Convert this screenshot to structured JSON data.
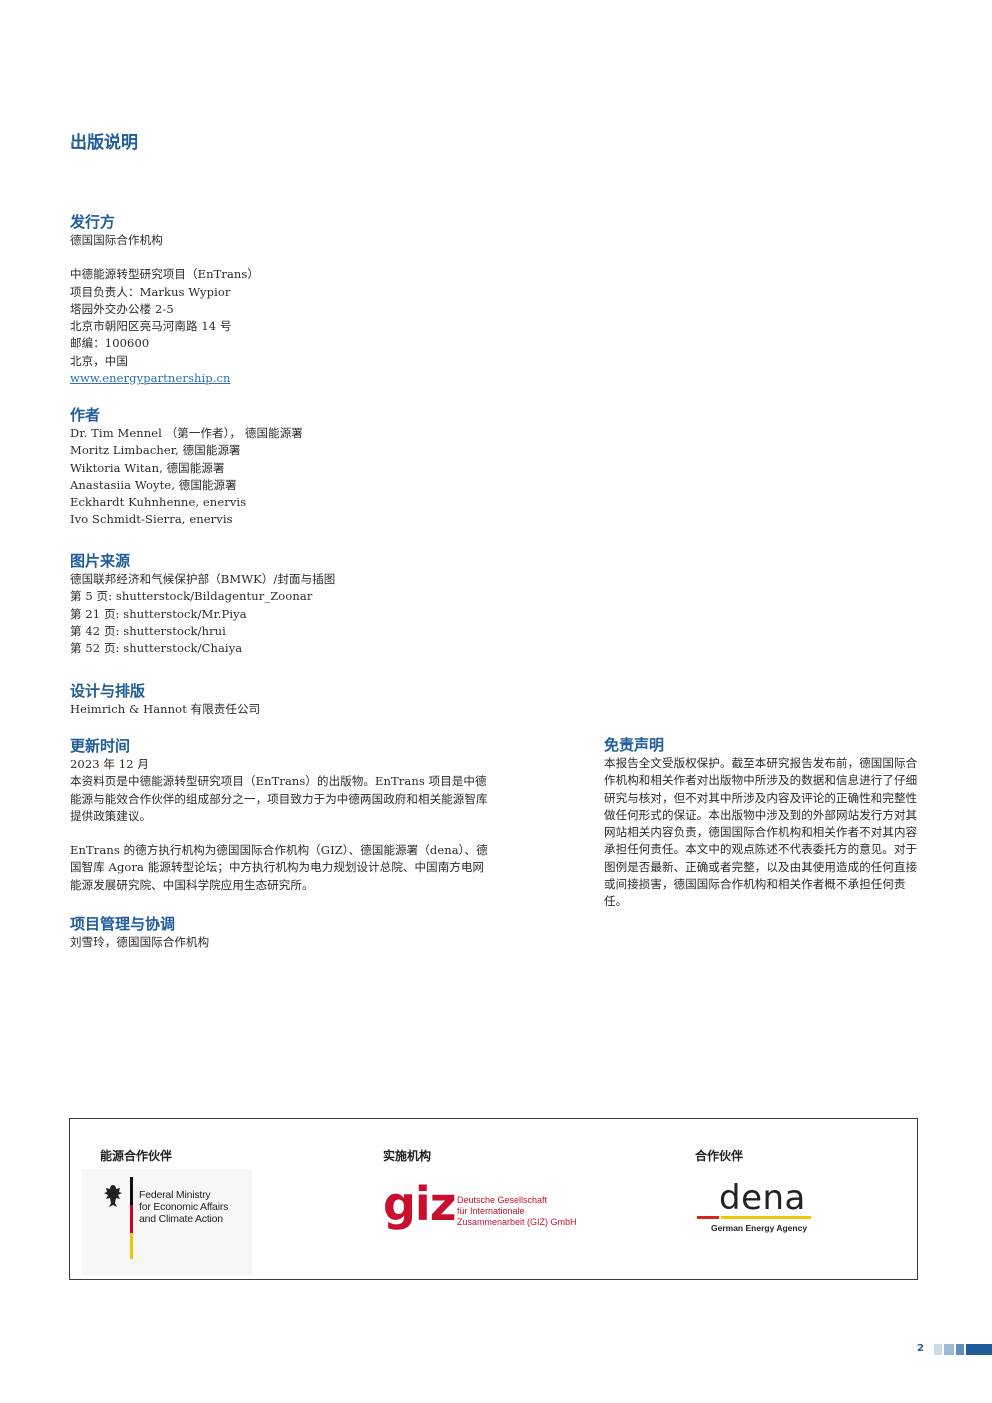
{
  "title": "出版说明",
  "publisher": {
    "heading": "发行方",
    "org": "德国国际合作机构",
    "lines": [
      "中德能源转型研究项目（EnTrans）",
      "项目负责人：Markus Wypior",
      "塔园外交办公楼 2-5",
      "北京市朝阳区亮马河南路 14 号",
      "邮编：100600",
      "北京，中国"
    ],
    "website": "www.energypartnership.cn"
  },
  "authors": {
    "heading": "作者",
    "lines": [
      "Dr. Tim Mennel （第一作者）， 德国能源署",
      "Moritz Limbacher, 德国能源署",
      "Wiktoria Witan, 德国能源署",
      "Anastasiia Woyte, 德国能源署",
      "Eckhardt Kuhnhenne, enervis",
      "Ivo Schmidt-Sierra, enervis"
    ]
  },
  "image_sources": {
    "heading": "图片来源",
    "lines": [
      "德国联邦经济和气候保护部（BMWK）/封面与插图",
      "第 5 页: shutterstock/Bildagentur_Zoonar",
      "第 21 页: shutterstock/Mr.Piya",
      "第 42 页: shutterstock/hrui",
      "第 52 页: shutterstock/Chaiya"
    ]
  },
  "design": {
    "heading": "设计与排版",
    "text": "Heimrich & Hannot 有限责任公司"
  },
  "updated": {
    "heading": "更新时间",
    "date": "2023 年 12 月",
    "para1": "本资料页是中德能源转型研究项目（EnTrans）的出版物。EnTrans 项目是中德能源与能效合作伙伴的组成部分之一，项目致力于为中德两国政府和相关能源智库提供政策建议。",
    "para2": "EnTrans 的德方执行机构为德国国际合作机构（GIZ）、德国能源署（dena）、德国智库 Agora 能源转型论坛；中方执行机构为电力规划设计总院、中国南方电网能源发展研究院、中国科学院应用生态研究所。"
  },
  "coordination": {
    "heading": "项目管理与协调",
    "text": "刘雪玲，德国国际合作机构"
  },
  "disclaimer": {
    "heading": "免责声明",
    "text": "本报告全文受版权保护。截至本研究报告发布前，德国国际合作机构和相关作者对出版物中所涉及的数据和信息进行了仔细研究与核对，但不对其中所涉及内容及评论的正确性和完整性做任何形式的保证。本出版物中涉及到的外部网站发行方对其网站相关内容负责，德国国际合作机构和相关作者不对其内容承担任何责任。本文中的观点陈述不代表委托方的意见。对于图例是否最新、正确或者完整，以及由其使用造成的任何直接或间接损害，德国国际合作机构和相关作者概不承担任何责任。"
  },
  "logos": {
    "energy_partner_label": "能源合作伙伴",
    "implementer_label": "实施机构",
    "partner_label": "合作伙伴",
    "bmwk_lines": [
      "Federal Ministry",
      "for Economic Affairs",
      "and Climate Action"
    ],
    "giz_mark": "giz",
    "giz_lines": [
      "Deutsche Gesellschaft",
      "für Internationale",
      "Zusammenarbeit (GIZ) GmbH"
    ],
    "dena_mark": "dena",
    "dena_sub": "German Energy Agency"
  },
  "page_number": "2",
  "colors": {
    "accent": "#1f5c99",
    "giz_red": "#c8102e",
    "dena_red": "#d7261e",
    "dena_yellow": "#f2c500",
    "text": "#2b2b2b"
  }
}
